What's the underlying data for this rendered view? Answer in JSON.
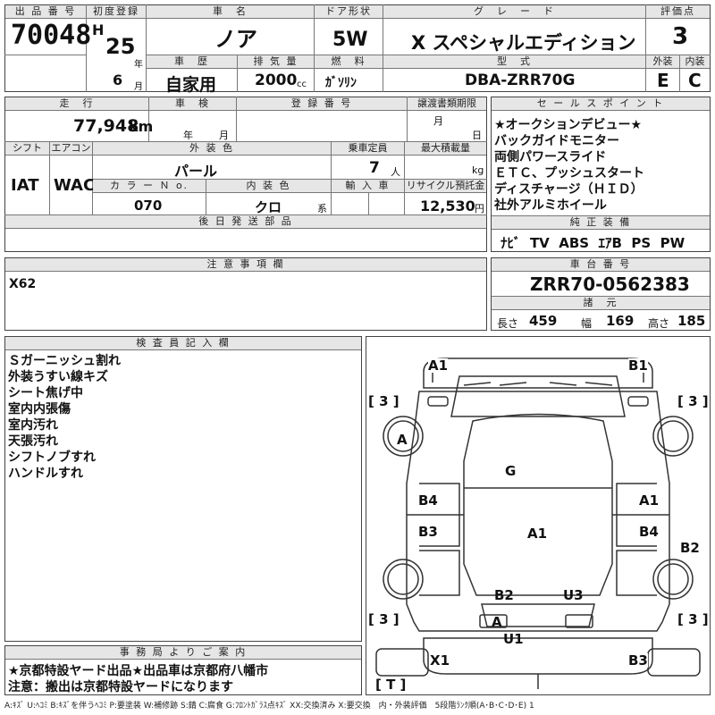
{
  "header": {
    "lot_label": "出 品 番 号",
    "lot_no": "70048",
    "first_reg_label": "初度登録",
    "era": "H",
    "year": "25",
    "year_unit": "年",
    "month": "6",
    "month_unit": "月",
    "name_label": "車　名",
    "car_name": "ノア",
    "doors_label": "ドア形状",
    "doors": "5W",
    "grade_label": "グ　レ　ー　ド",
    "grade": "X スペシャルエディション",
    "score_label": "評価点",
    "score": "3",
    "history_label": "車　歴",
    "history": "自家用",
    "disp_label": "排 気 量",
    "disp": "2000",
    "disp_unit": "cc",
    "fuel_label": "燃　料",
    "fuel": "ｶﾞｿﾘﾝ",
    "model_label": "型　式",
    "model": "DBA-ZRR70G",
    "ext_label": "外装",
    "ext": "E",
    "int_label": "内装",
    "int": "C"
  },
  "row2": {
    "mileage_label": "走　行",
    "mileage": "77,948",
    "mileage_unit": "km",
    "inspection_label": "車　検",
    "insp_year": "年",
    "insp_month": "月",
    "plate_label": "登 録 番 号",
    "transfer_label": "譲渡書類期限",
    "tr_month": "月",
    "tr_day": "日",
    "shift_label": "シフト",
    "shift": "IAT",
    "ac_label": "エアコン",
    "ac": "WAC",
    "color_label": "外 装 色",
    "color": "パール",
    "capacity_label": "乗車定員",
    "capacity": "7",
    "capacity_unit": "人",
    "load_label": "最大積載量",
    "load_unit": "kg",
    "colorno_label": "カ ラ ー Ｎ o.",
    "colorno": "070",
    "interior_label": "内 装 色",
    "interior": "クロ",
    "interior_unit": "系",
    "import_label": "輸 入 車",
    "recycle_label": "リサイクル預託金",
    "recycle": "12,530",
    "recycle_unit": "円",
    "later_label": "後 日 発 送 部 品"
  },
  "sales": {
    "label": "セ ー ル ス ポ イ ン ト",
    "points": [
      "★オークションデビュー★",
      "バックガイドモニター",
      "両側パワースライド",
      "ＥＴＣ、プッシュスタート",
      "ディスチャージ（ＨＩＤ）",
      "社外アルミホイール"
    ],
    "equip_label": "純 正 装 備",
    "equip": "ﾅﾋﾞ  TV  ABS  ｴｱB  PS  PW"
  },
  "notes": {
    "label": "注 意 事 項 欄",
    "text": "X62"
  },
  "chassis": {
    "label": "車 台 番 号",
    "number": "ZRR70-0562383",
    "spec_label": "諸　元",
    "len_label": "長さ",
    "len": "459",
    "wid_label": "幅",
    "wid": "169",
    "hei_label": "高さ",
    "hei": "185"
  },
  "inspector": {
    "label": "検 査 員 記 入 欄",
    "lines": [
      "Ｓガーニッシュ割れ",
      "外装うすい線キズ",
      "シート焦げ中",
      "室内内張傷",
      "室内汚れ",
      "天張汚れ",
      "シフトノブすれ",
      "ハンドルすれ"
    ]
  },
  "office": {
    "label": "事 務 局 よ り ご 案 内",
    "line1": "★京都特設ヤード出品★出品車は京都府八幡市",
    "line2": "注意：搬出は京都特設ヤードになります"
  },
  "diagram": {
    "tags": {
      "a1_top": "A1",
      "b1_top": "B1",
      "tire_fl": "[ 3 ]",
      "tire_fr": "[ 3 ]",
      "tire_rl": "[ 3 ]",
      "tire_rr": "[ 3 ]",
      "wheel_a": "A",
      "g": "G",
      "b4_left": "B4",
      "a1_right": "A1",
      "b3_left": "B3",
      "a1_center": "A1",
      "b4_right": "B4",
      "b2_right": "B2",
      "b2_rear": "B2",
      "u3_rear": "U3",
      "a_rear": "A",
      "u1_rear": "U1",
      "x1": "X1",
      "b3_bottom": "B3",
      "t": "[ T ]"
    }
  },
  "legend": "A:ｷｽﾞ U:ﾍｺﾐ B:ｷｽﾞを伴うﾍｺﾐ P:要塗装 W:補修跡 S:錆 C:腐食 G:ﾌﾛﾝﾄｶﾞﾗｽ点ｷｽﾞ XX:交換済み X:要交換　内・外装評価　5段階ﾗﾝｸ順(A･B･C･D･E) 1"
}
